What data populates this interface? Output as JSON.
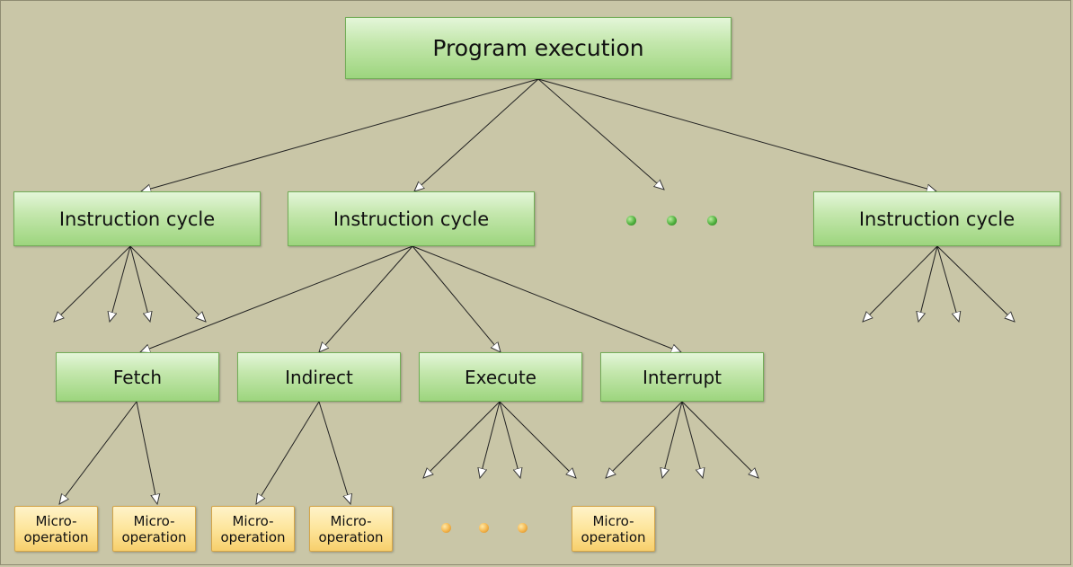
{
  "root": {
    "label": "Program execution"
  },
  "instruction_cycles": [
    {
      "label": "Instruction cycle"
    },
    {
      "label": "Instruction cycle"
    },
    {
      "label": "Instruction cycle"
    }
  ],
  "phases": [
    {
      "label": "Fetch"
    },
    {
      "label": "Indirect"
    },
    {
      "label": "Execute"
    },
    {
      "label": "Interrupt"
    }
  ],
  "micro_operations": [
    {
      "label": "Micro-operation"
    },
    {
      "label": "Micro-operation"
    },
    {
      "label": "Micro-operation"
    },
    {
      "label": "Micro-operation"
    },
    {
      "label": "Micro-operation"
    }
  ],
  "colors": {
    "background": "#c9c6a7",
    "green_box": "#b4e196",
    "yellow_box": "#fbd983",
    "line": "#222222"
  }
}
